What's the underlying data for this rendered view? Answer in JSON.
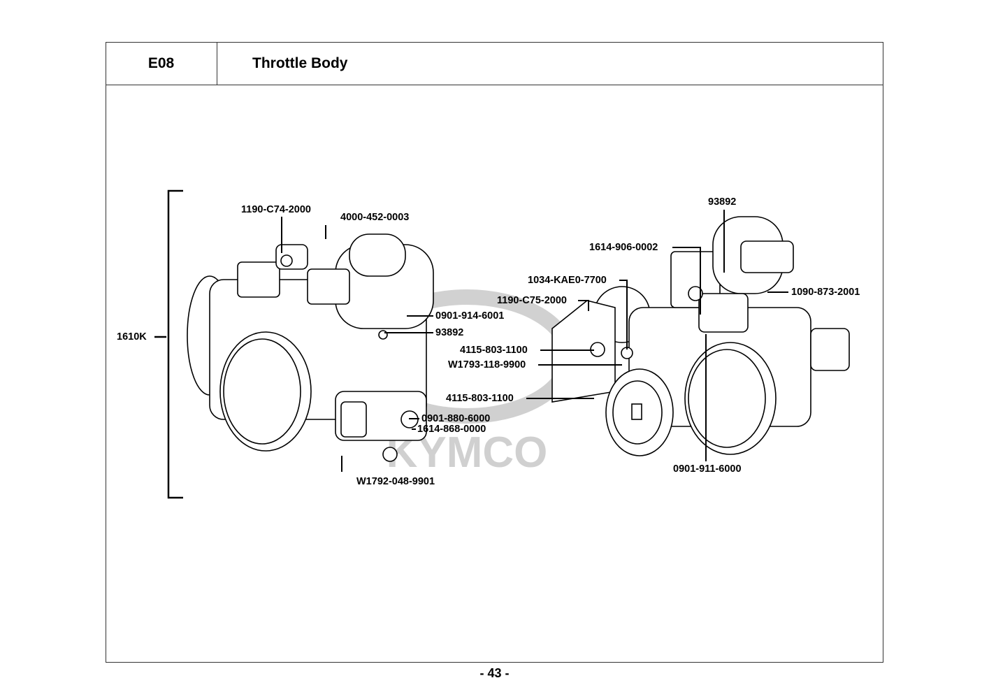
{
  "header": {
    "section_code": "E08",
    "title": "Throttle Body"
  },
  "watermark": "KYMCO",
  "assembly": {
    "part_no": "1610K"
  },
  "left_view_labels": [
    "1190-C74-2000",
    "4000-452-0003",
    "0901-914-6001",
    "93892",
    "0901-880-6000",
    "1614-868-0000",
    "W1792-048-9901"
  ],
  "right_view_labels": [
    "93892",
    "1614-906-0002",
    "1034-KAE0-7700",
    "1190-C75-2000",
    "4115-803-1100",
    "W1793-118-9900",
    "4115-803-1100",
    "1090-873-2001",
    "0901-911-6000"
  ],
  "footer": {
    "page_number": "- 43 -"
  }
}
